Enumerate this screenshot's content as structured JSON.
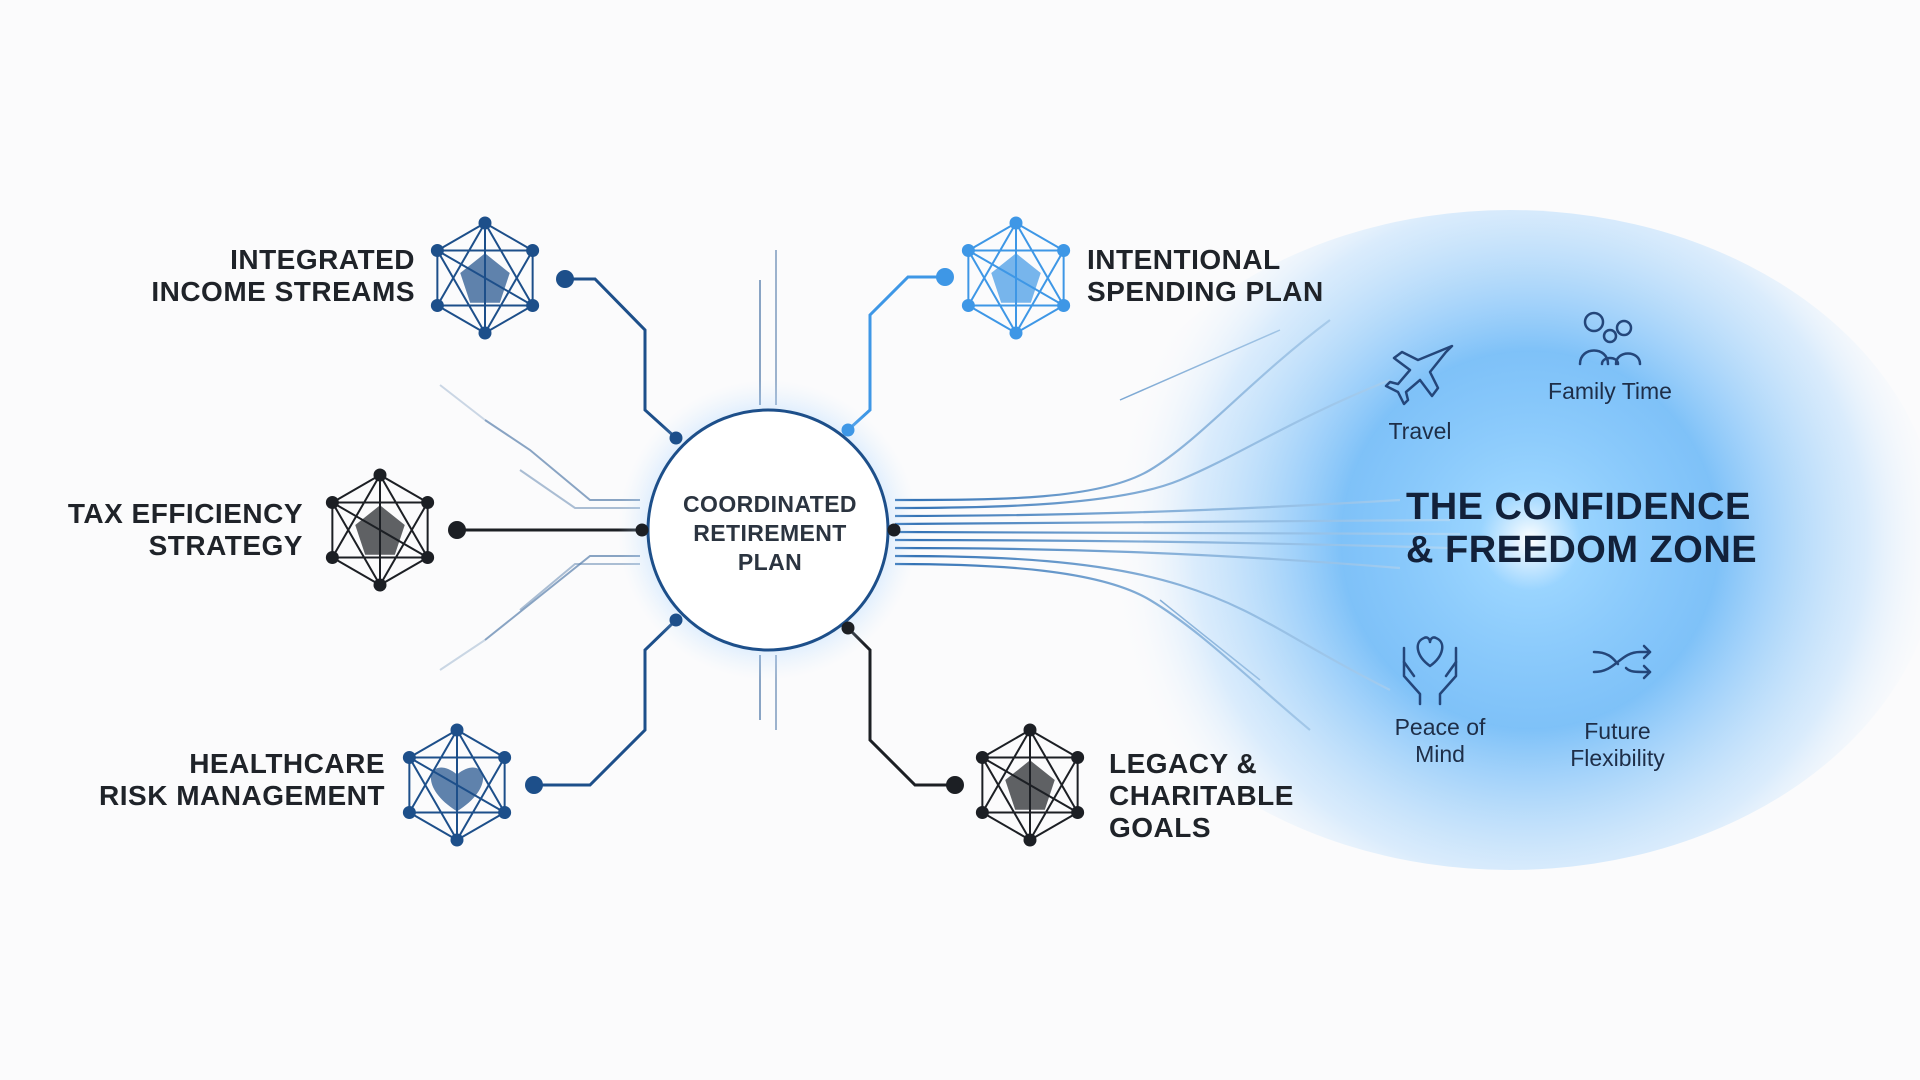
{
  "hub": {
    "lines": [
      "COORDINATED",
      "RETIREMENT",
      "PLAN"
    ]
  },
  "pillars": [
    {
      "name": "integrated-income-streams",
      "lines": [
        "INTEGRATED",
        "INCOME STREAMS"
      ],
      "icon": "polyhedron-network-icon",
      "color": "#1d4f8a"
    },
    {
      "name": "tax-efficiency-strategy",
      "lines": [
        "TAX EFFICIENCY",
        "STRATEGY"
      ],
      "icon": "polyhedron-network-icon",
      "color": "#1c1f24"
    },
    {
      "name": "healthcare-risk-management",
      "lines": [
        "HEALTHCARE",
        "RISK MANAGEMENT"
      ],
      "icon": "polyhedron-heart-icon",
      "color": "#1d4f8a"
    },
    {
      "name": "intentional-spending-plan",
      "lines": [
        "INTENTIONAL",
        "SPENDING PLAN"
      ],
      "icon": "polyhedron-network-icon",
      "color": "#3e97e6"
    },
    {
      "name": "legacy-charitable-goals",
      "lines": [
        "LEGACY &",
        "CHARITABLE",
        "GOALS"
      ],
      "icon": "polyhedron-network-icon",
      "color": "#1c1f24"
    }
  ],
  "zone": {
    "title": [
      "THE CONFIDENCE",
      "& FREEDOM ZONE"
    ],
    "benefits": [
      {
        "label": [
          "Travel"
        ],
        "icon": "airplane-icon"
      },
      {
        "label": [
          "Family Time"
        ],
        "icon": "family-icon"
      },
      {
        "label": [
          "Peace of",
          "Mind"
        ],
        "icon": "heart-hands-icon"
      },
      {
        "label": [
          "Future",
          "Flexibility"
        ],
        "icon": "shuffle-arrows-icon"
      }
    ]
  },
  "colors": {
    "navy": "#1d4f8a",
    "sky": "#3e97e6",
    "dark": "#1c1f24",
    "glow": "#5bb0ff"
  }
}
